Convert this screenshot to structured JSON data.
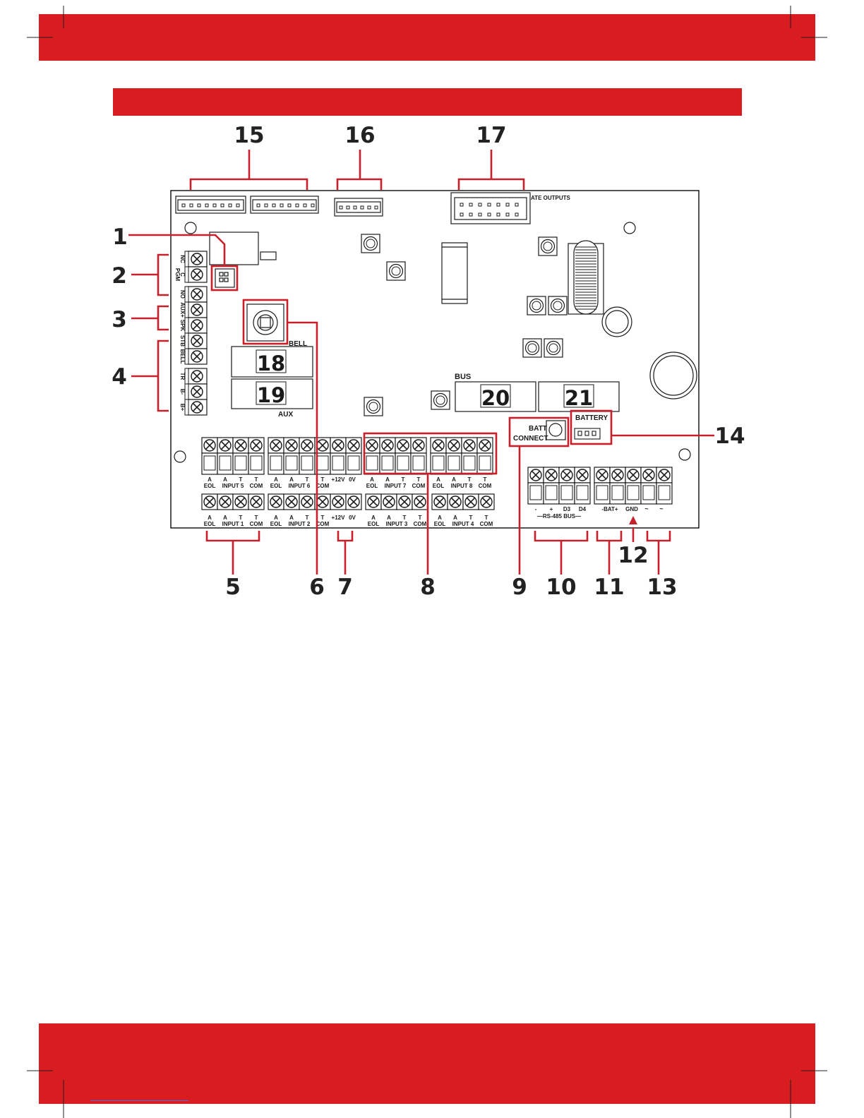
{
  "colors": {
    "brand_red": "#d81c20",
    "callout_red": "#c8202a",
    "ink": "#1a1a1a",
    "board_fill": "#ffffff"
  },
  "callouts": [
    {
      "id": "c1",
      "text": "1"
    },
    {
      "id": "c2",
      "text": "2"
    },
    {
      "id": "c3",
      "text": "3"
    },
    {
      "id": "c4",
      "text": "4"
    },
    {
      "id": "c5",
      "text": "5"
    },
    {
      "id": "c6",
      "text": "6"
    },
    {
      "id": "c7",
      "text": "7"
    },
    {
      "id": "c8",
      "text": "8"
    },
    {
      "id": "c9",
      "text": "9"
    },
    {
      "id": "c10",
      "text": "10"
    },
    {
      "id": "c11",
      "text": "11"
    },
    {
      "id": "c12",
      "text": "12"
    },
    {
      "id": "c13",
      "text": "13"
    },
    {
      "id": "c14",
      "text": "14"
    },
    {
      "id": "c15",
      "text": "15"
    },
    {
      "id": "c16",
      "text": "16"
    },
    {
      "id": "c17",
      "text": "17"
    }
  ],
  "board_labels": {
    "box18": "18",
    "box19": "19",
    "box20": "20",
    "box21": "21",
    "bell": "BELL",
    "aux": "AUX",
    "bus": "BUS",
    "battery": "BATTERY",
    "batt": "BATT",
    "connect": "CONNECT",
    "outputs": "ATE OUTPUTS",
    "pgm": "PGM",
    "rs485": "—RS-485 BUS—",
    "plus12v": "+12V",
    "zero_v": "0V"
  },
  "left_terminal_labels": [
    "NC",
    "C",
    "NO",
    "AUX+",
    "SPK",
    "STB",
    "BELL",
    "TR",
    "B-",
    "B+"
  ],
  "input_groups": {
    "top": [
      {
        "a": "A",
        "b": "A",
        "c": "T",
        "d": "T",
        "eol": "EOL",
        "input": "INPUT 5",
        "com": "COM"
      },
      {
        "a": "A",
        "b": "A",
        "c": "T",
        "d": "T",
        "eol": "EOL",
        "input": "INPUT 6",
        "com": "COM"
      },
      {
        "a": "A",
        "b": "A",
        "c": "T",
        "d": "T",
        "eol": "EOL",
        "input": "INPUT 7",
        "com": "COM"
      },
      {
        "a": "A",
        "b": "A",
        "c": "T",
        "d": "T",
        "eol": "EOL",
        "input": "INPUT 8",
        "com": "COM"
      }
    ],
    "bottom": [
      {
        "a": "A",
        "b": "A",
        "c": "T",
        "d": "T",
        "eol": "EOL",
        "input": "INPUT 1",
        "com": "COM"
      },
      {
        "a": "A",
        "b": "A",
        "c": "T",
        "d": "T",
        "eol": "EOL",
        "input": "INPUT 2",
        "com": "COM"
      },
      {
        "a": "A",
        "b": "A",
        "c": "T",
        "d": "T",
        "eol": "EOL",
        "input": "INPUT 3",
        "com": "COM"
      },
      {
        "a": "A",
        "b": "A",
        "c": "T",
        "d": "T",
        "eol": "EOL",
        "input": "INPUT 4",
        "com": "COM"
      }
    ]
  },
  "right_terminal_labels": {
    "rs485": [
      "-",
      "+",
      "D3",
      "D4"
    ],
    "bat": "-BAT+",
    "gnd": "GND",
    "ac1": "~",
    "ac2": "~"
  }
}
